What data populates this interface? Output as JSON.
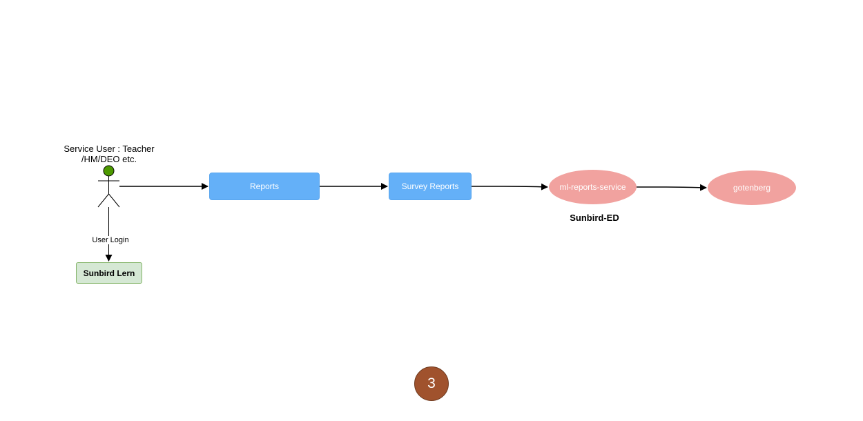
{
  "actor": {
    "label_line1": "Service User : Teacher",
    "label_line2": "/HM/DEO etc.",
    "head_color": "#4d9900"
  },
  "edges": {
    "login_label": "User Login"
  },
  "nodes": {
    "reports": "Reports",
    "survey_reports": "Survey Reports",
    "ml_reports_service": "ml-reports-service",
    "gotenberg": "gotenberg",
    "sunbird_lern": "Sunbird Lern"
  },
  "groups": {
    "sunbird_ed": "Sunbird-ED"
  },
  "page_badge": "3",
  "colors": {
    "service_box": "#64b0f8",
    "backend_ellipse": "#f1a29f",
    "lern_box": "#d5e8d4",
    "badge": "#a0522d"
  }
}
